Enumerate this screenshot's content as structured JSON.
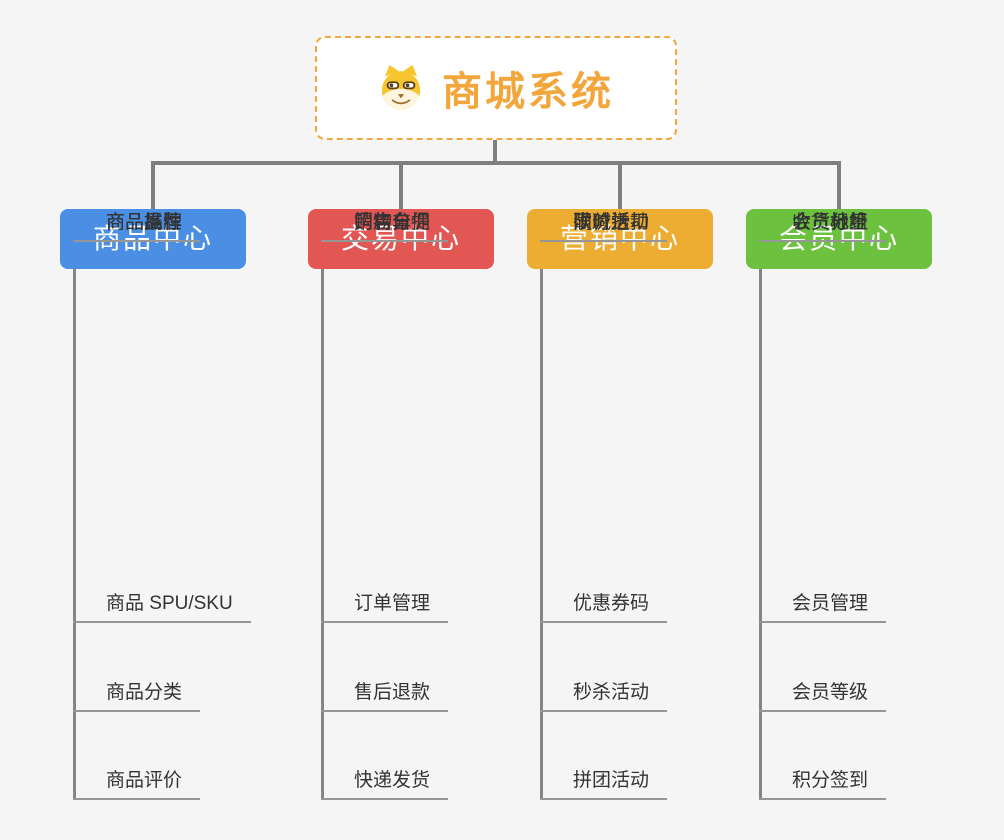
{
  "root": {
    "title": "商城系统",
    "icon": "dog-face-icon",
    "accent_color": "#F2A63C",
    "background": "#FFFFFF"
  },
  "branches": [
    {
      "label": "商品中心",
      "color": "#4A8FE4",
      "items": [
        "商品 SPU/SKU",
        "商品分类",
        "商品评价",
        "商品属性",
        "商品推荐",
        "商品品牌"
      ]
    },
    {
      "label": "交易中心",
      "color": "#E25754",
      "items": [
        "订单管理",
        "售后退款",
        "快递发货",
        "门店自提",
        "购物车",
        "销售分佣"
      ]
    },
    {
      "label": "营销中心",
      "color": "#EDAD33",
      "items": [
        "优惠券码",
        "秒杀活动",
        "拼团活动",
        "砍价活动",
        "限时折扣",
        "满减送"
      ]
    },
    {
      "label": "会员中心",
      "color": "#6CC13E",
      "items": [
        "会员管理",
        "会员等级",
        "积分签到",
        "会员标签",
        "会员分组",
        "收货地址"
      ]
    }
  ],
  "colors": {
    "background": "#F5F5F5",
    "connector": "#7F7F7F",
    "item_text": "#333333",
    "item_underline": "#969696"
  }
}
